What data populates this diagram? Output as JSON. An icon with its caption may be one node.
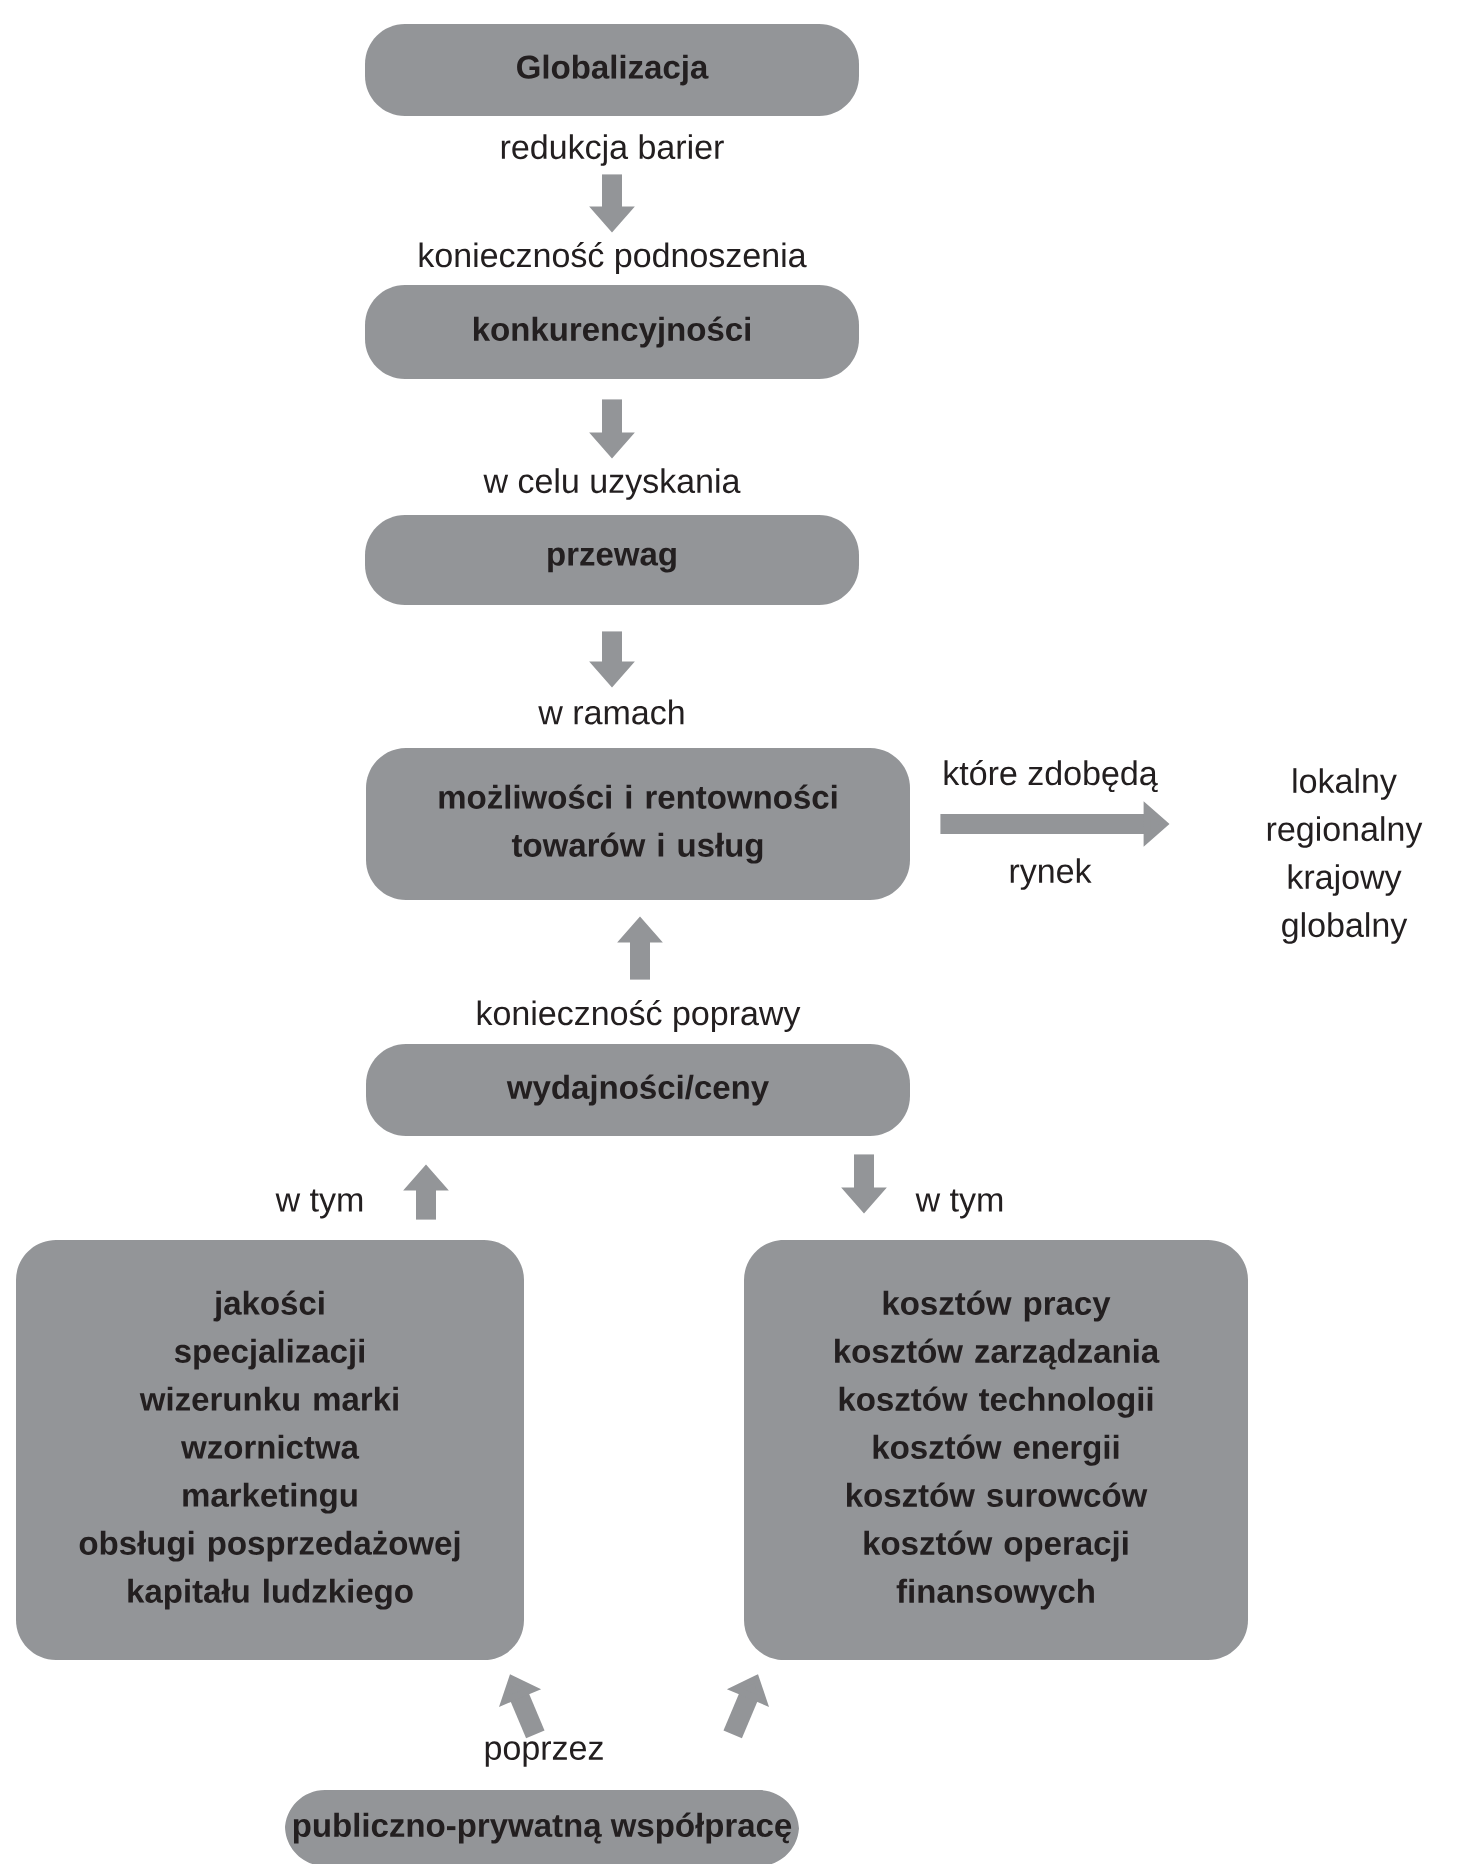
{
  "diagram": {
    "nodes": [
      {
        "text": [
          "Globalizacja"
        ],
        "beside": [
          "redukcja barier"
        ]
      },
      {
        "text": [
          "konkurencyjności"
        ],
        "beside": [
          "konieczność podnoszenia"
        ]
      },
      {
        "text": [
          "przewag"
        ],
        "beside": [
          "w celu uzyskania"
        ]
      },
      {
        "text": [
          "możliwości i rentowności towarów i usług"
        ],
        "beside": [
          "w ramach"
        ]
      },
      {
        "text": [
          "wydajności/ceny"
        ],
        "beside": [
          "konieczność poprawy"
        ]
      },
      {
        "text": [
          "jakości",
          "specjalizacji",
          "wizerunku marki",
          "wzornictwa",
          "marketingu",
          "obsługi posprzedażowej",
          "kapitału ludzkiego"
        ]
      },
      {
        "text": [
          "kosztów pracy",
          "kosztów zarządzania",
          "kosztów technologii",
          "kosztów energii",
          "kosztów surowców",
          "kosztów operacji finansowych"
        ]
      },
      {
        "text": [
          "lokalny regionalny krajowy globalny"
        ]
      },
      {
        "text": [
          "publiczno-prywatną współpracę"
        ],
        "beside": [
          "poprzez"
        ]
      }
    ],
    "edges": [
      {
        "from": 0,
        "to": 1,
        "arrow": "to"
      },
      {
        "from": 1,
        "to": 2,
        "arrow": "to"
      },
      {
        "from": 2,
        "to": 3,
        "arrow": "to"
      },
      {
        "from": 3,
        "to": 7,
        "arrow": "to",
        "label": "które zdobędą"
      },
      {
        "from": 4,
        "to": 3,
        "arrow": "to"
      },
      {
        "from": 5,
        "to": 4,
        "arrow": "to",
        "label": "w tym"
      },
      {
        "from": 4,
        "to": 6,
        "arrow": "to",
        "label": "w tym"
      },
      {
        "from": 8,
        "to": 5,
        "arrow": "to"
      },
      {
        "from": 8,
        "to": 6,
        "arrow": "to"
      }
    ],
    "labels": [
      "rynek"
    ]
  }
}
